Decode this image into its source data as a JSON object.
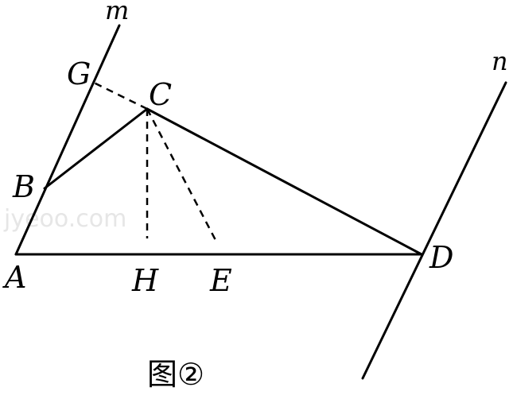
{
  "lines": {
    "m": "m",
    "n": "n"
  },
  "points": {
    "G": "G",
    "C": "C",
    "B": "B",
    "A": "A",
    "H": "H",
    "E": "E",
    "D": "D"
  },
  "caption": "图②",
  "watermark": "jyeoo.com"
}
